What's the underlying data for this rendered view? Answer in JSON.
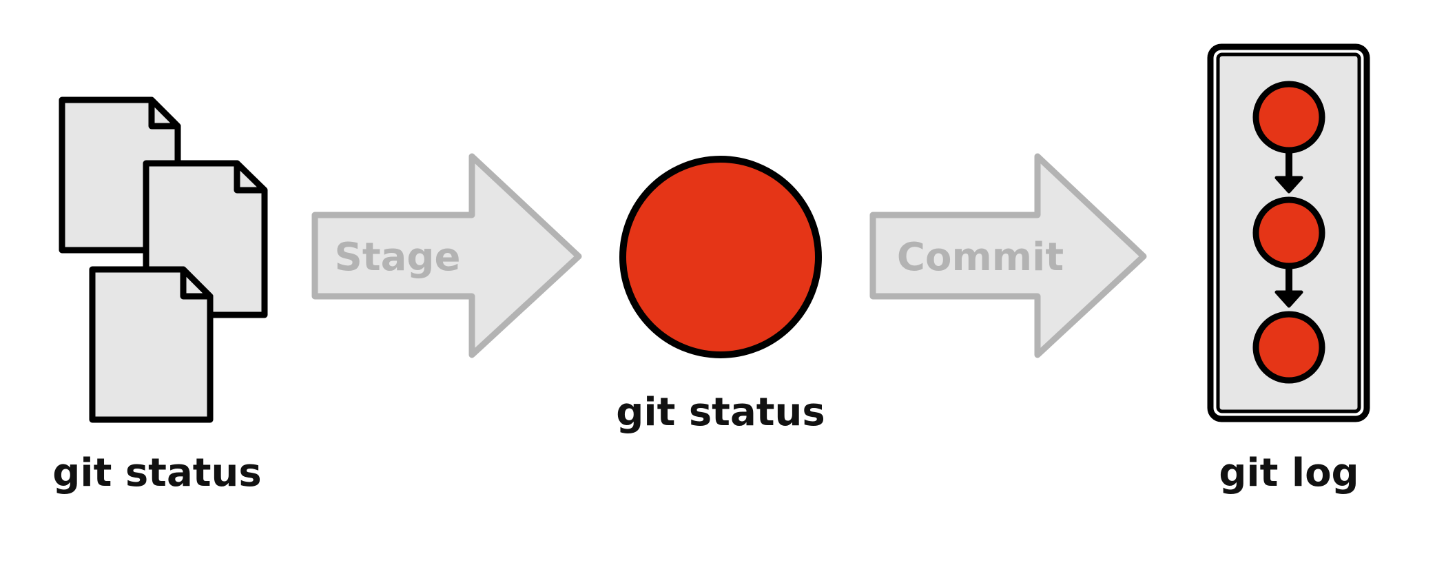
{
  "colors": {
    "background": "#ffffff",
    "outline": "#000000",
    "page_fill": "#e6e6e6",
    "commit_fill": "#e53517",
    "arrow_fill": "#e6e6e6",
    "arrow_stroke": "#b3b3b3",
    "arrow_text": "#b3b3b3"
  },
  "steps": [
    {
      "icon": "stacked-files-icon",
      "label": "git status"
    },
    {
      "arrow_label": "Stage"
    },
    {
      "icon": "staged-circle-icon",
      "label": "git status"
    },
    {
      "arrow_label": "Commit"
    },
    {
      "icon": "commit-log-icon",
      "label": "git log"
    }
  ]
}
